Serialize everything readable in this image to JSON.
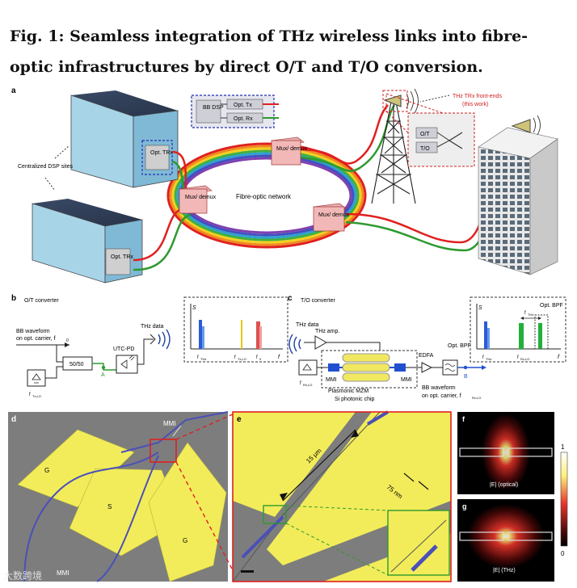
{
  "figure": {
    "title": "Fig. 1: Seamless integration of THz wireless links into fibre-optic infrastructures by direct O/T and T/O conversion."
  },
  "panel_a": {
    "label": "a",
    "dsp_sites_label": "Centralized DSP sites",
    "opt_trx": "Opt. TRx",
    "bb_dsp": "BB DSP",
    "opt_tx": "Opt. Tx",
    "opt_rx": "Opt. Rx",
    "mux_demux": "Mux/ demux",
    "network_label": "Fibre-optic network",
    "thz_front_end": "THz TRx front-ends",
    "this_work": "(this work)",
    "ot": "O/T",
    "to": "T/O"
  },
  "panel_b": {
    "label": "b",
    "title": "O/T converter",
    "bb_waveform": "BB waveform",
    "on_carrier": "on opt. carrier, f",
    "coupler": "50/50",
    "point_a": "A",
    "utc_pd": "UTC-PD",
    "thz_data": "THz data",
    "f_tx_lo": "f",
    "spec_s": "S",
    "spec_fthz": "f",
    "spec_ftxlo": "f",
    "spec_f0": "f",
    "spec_f": "f"
  },
  "panel_c": {
    "label": "c",
    "title": "T/O converter",
    "thz_data": "THz data",
    "thz_amp": "THz amp.",
    "mmi": "MMI",
    "plasmonic_mzm": "Plasmonic MZM",
    "si_chip": "Si photonic chip",
    "edfa": "EDFA",
    "opt_bpf": "Opt. BPF",
    "point_b": "B",
    "bb_waveform": "BB waveform",
    "on_carrier": "on opt. carrier, f",
    "f_rx_lo": "f",
    "spec_s": "S",
    "spec_fthz": "f",
    "spec_frxlo": "f",
    "spec_f": "f",
    "spec_bpf": "Opt. BPF"
  },
  "panel_d": {
    "label": "d",
    "mmi_top": "MMI",
    "mmi_bottom": "MMI",
    "g1": "G",
    "s": "S",
    "g2": "G"
  },
  "panel_e": {
    "label": "e",
    "length": "15 μm",
    "gap": "75 nm"
  },
  "panel_f": {
    "label": "f",
    "caption": "|E| (optical)"
  },
  "panel_g": {
    "label": "g",
    "caption": "|E| (THz)"
  },
  "colorbar": {
    "max": "1",
    "min": "0"
  },
  "watermark": "大数跨境",
  "colors": {
    "red_fiber": "#e02020",
    "green_fiber": "#2e9a2e",
    "chip_yellow": "#f2ec5a",
    "sem_gray": "#7d7d7d",
    "waveguide": "#4a50b8"
  }
}
